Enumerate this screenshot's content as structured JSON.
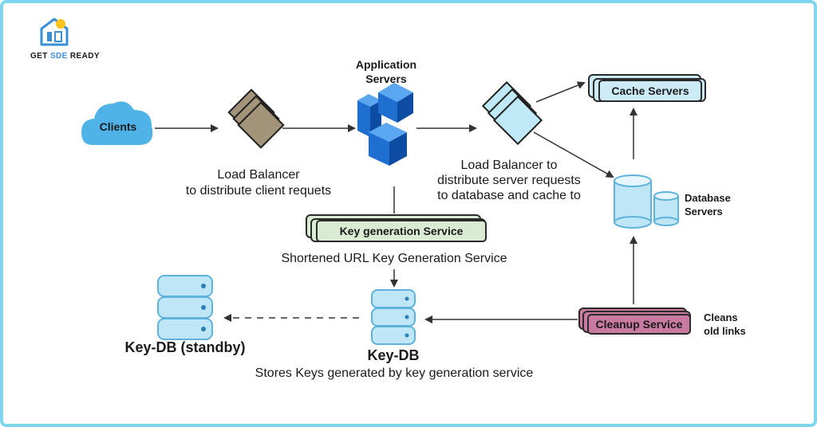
{
  "brand": {
    "name_part1": "GET ",
    "name_part2": "SDE",
    "name_part3": " READY"
  },
  "nodes": {
    "clients": "Clients",
    "app_servers": [
      "Application",
      "Servers"
    ],
    "cache_servers": "Cache Servers",
    "database_servers": [
      "Database",
      "Servers"
    ],
    "key_generation_service": "Key generation Service",
    "cleanup_service": "Cleanup Service",
    "key_db": "Key-DB",
    "key_db_standby": "Key-DB (standby)"
  },
  "labels": {
    "lb1": [
      "Load Balancer",
      "to distribute client requets"
    ],
    "lb2": [
      "Load  Balancer to",
      "distribute server requests",
      "to database and cache to"
    ],
    "kgs_desc": "Shortened URL Key Generation Service",
    "cleanup_desc": [
      "Cleans",
      "old links"
    ],
    "keydb_desc": "Stores Keys generated by key generation service"
  },
  "colors": {
    "frame": "#7fd6ef",
    "cloud": "#4fb3e8",
    "lb1_fill": "#a39378",
    "lb2_fill": "#bfe9f7",
    "server_blue": "#1f6fd1",
    "db_fill": "#bfe6f6",
    "db_stroke": "#5db3db",
    "kgs_fill": "#d9ecd3",
    "cleanup_fill": "#c97aa1",
    "cache_fill": "#cdebf7",
    "arrow": "#333333"
  }
}
